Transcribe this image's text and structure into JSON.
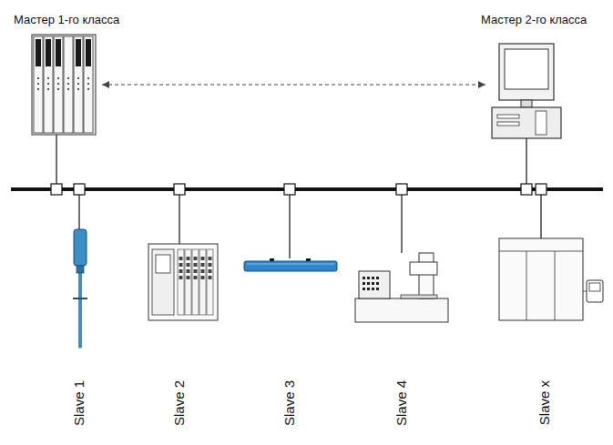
{
  "diagram": {
    "nodes": [
      {
        "text": [
          "Мастер 1-го класса"
        ]
      },
      {
        "text": [
          "Мастер 2-го класса"
        ]
      },
      {
        "text": [
          "Slave 1"
        ]
      },
      {
        "text": [
          "Slave 2"
        ]
      },
      {
        "text": [
          "Slave 3"
        ]
      },
      {
        "text": [
          "Slave 4"
        ]
      },
      {
        "text": [
          "Slave x"
        ]
      }
    ],
    "edges": [
      {
        "from": 0,
        "to": 1,
        "arrow": "both"
      }
    ]
  }
}
